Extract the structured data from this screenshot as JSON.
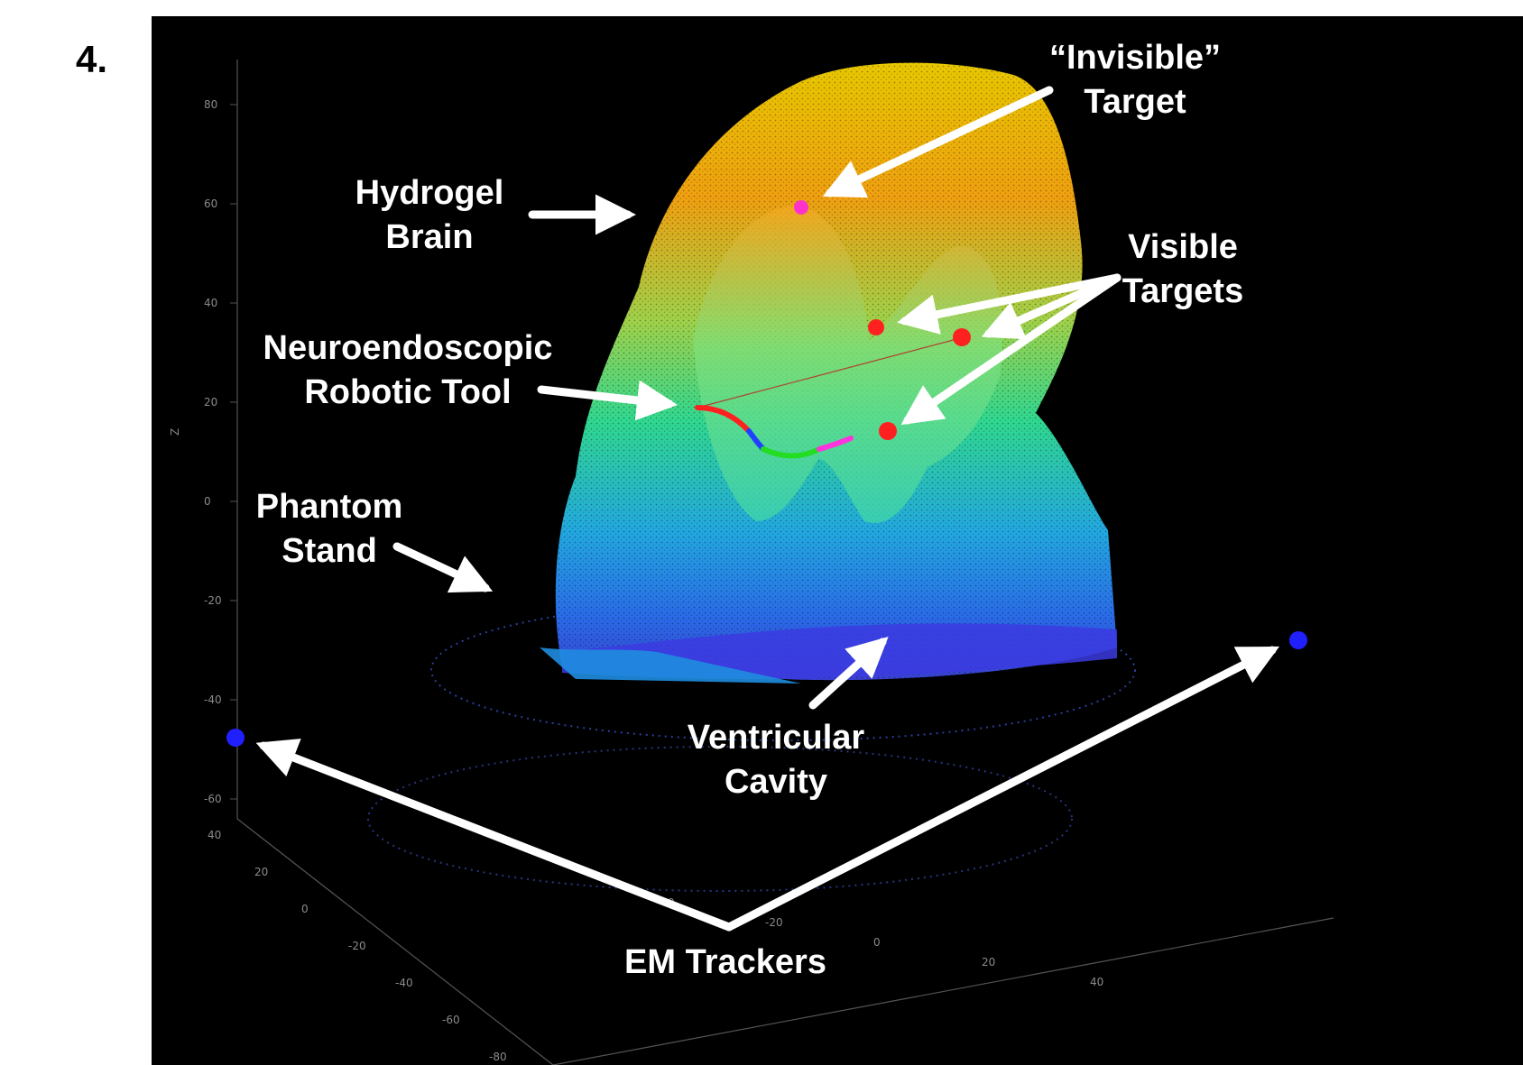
{
  "figure_number": "4.",
  "labels": {
    "invisible_target": [
      "“Invisible”",
      "Target"
    ],
    "hydrogel_brain": [
      "Hydrogel",
      "Brain"
    ],
    "visible_targets": [
      "Visible",
      "Targets"
    ],
    "robotic_tool": [
      "Neuroendoscopic",
      "Robotic Tool"
    ],
    "phantom_stand": [
      "Phantom",
      "Stand"
    ],
    "ventricular_cavity": [
      "Ventricular",
      "Cavity"
    ],
    "em_trackers": "EM Trackers"
  },
  "axis": {
    "z_label": "Z",
    "z_ticks": [
      "80",
      "60",
      "40",
      "20",
      "0",
      "-20",
      "-40",
      "-60"
    ],
    "x_ticks": [
      "40",
      "20",
      "0",
      "-20",
      "-40",
      "-60",
      "-80"
    ],
    "y_ticks": [
      "40",
      "20",
      "0",
      "-20",
      "-40"
    ]
  },
  "colors": {
    "background": "#000000",
    "text": "#ffffff",
    "target_visible": "#ff2020",
    "target_invisible": "#ff33cc",
    "em_tracker": "#2020ff",
    "tool_segments": [
      "#ff2020",
      "#2040ff",
      "#22dd22",
      "#ff33dd"
    ]
  }
}
